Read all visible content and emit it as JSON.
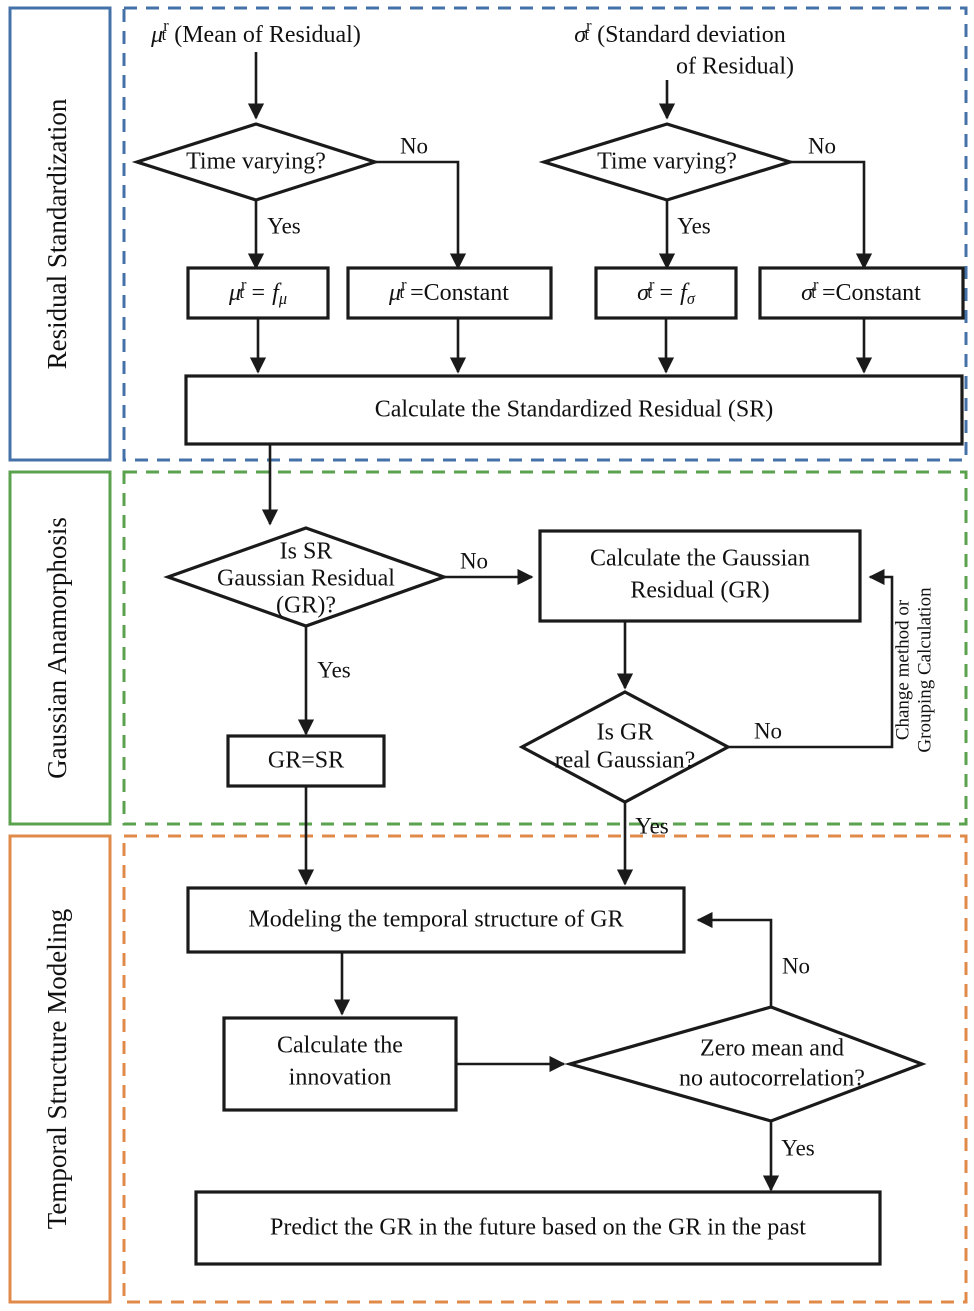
{
  "diagram": {
    "title": "Residual modeling workflow flowchart",
    "colors": {
      "section_residual": "#4472a8",
      "section_gaussian": "#5ba24f",
      "section_temporal": "#e08a4a",
      "stroke": "#1a1a1a",
      "background": "#ffffff"
    },
    "sections": [
      {
        "id": "residual-standardization",
        "label": "Residual Standardization",
        "color": "#4472a8"
      },
      {
        "id": "gaussian-anamorphosis",
        "label": "Gaussian Anamorphosis",
        "color": "#5ba24f"
      },
      {
        "id": "temporal-structure-modeling",
        "label": "Temporal Structure Modeling",
        "color": "#e08a4a"
      }
    ],
    "headers": [
      {
        "id": "mean-of-residual",
        "math": "μ",
        "sup": "r",
        "sub": "t",
        "text": "(Mean of Residual)"
      },
      {
        "id": "std-of-residual",
        "math": "σ",
        "sup": "r",
        "sub": "t",
        "line1": "(Standard deviation",
        "line2": "of Residual)"
      }
    ],
    "nodes": [
      {
        "id": "decision-mu-time-varying",
        "type": "decision",
        "text": "Time varying?"
      },
      {
        "id": "decision-sigma-time-varying",
        "type": "decision",
        "text": "Time varying?"
      },
      {
        "id": "box-mu-f",
        "type": "process",
        "math": "μ",
        "sup": "r",
        "sub": "t",
        "rhs": "= f",
        "rhs_sub": "μ"
      },
      {
        "id": "box-mu-constant",
        "type": "process",
        "math": "μ",
        "sup": "r",
        "sub": "t",
        "rhs": "=Constant"
      },
      {
        "id": "box-sigma-f",
        "type": "process",
        "math": "σ",
        "sup": "r",
        "sub": "t",
        "rhs": "= f",
        "rhs_sub": "σ"
      },
      {
        "id": "box-sigma-constant",
        "type": "process",
        "math": "σ",
        "sup": "r",
        "sub": "t",
        "rhs": "=Constant"
      },
      {
        "id": "box-calculate-sr",
        "type": "process",
        "text": "Calculate the Standardized Residual (SR)"
      },
      {
        "id": "decision-is-sr-gr",
        "type": "decision",
        "line1": "Is SR",
        "line2": "Gaussian Residual",
        "line3": "(GR)?"
      },
      {
        "id": "box-calculate-gr",
        "type": "process",
        "line1": "Calculate the Gaussian",
        "line2": "Residual (GR)"
      },
      {
        "id": "box-gr-equals-sr",
        "type": "process",
        "text": "GR=SR"
      },
      {
        "id": "decision-is-gr-real-gaussian",
        "type": "decision",
        "line1": "Is GR",
        "line2": "real Gaussian?"
      },
      {
        "id": "box-modeling-temporal",
        "type": "process",
        "text": "Modeling the temporal structure of GR"
      },
      {
        "id": "box-calculate-innovation",
        "type": "process",
        "line1": "Calculate the",
        "line2": "innovation"
      },
      {
        "id": "decision-zero-mean",
        "type": "decision",
        "line1": "Zero mean and",
        "line2": "no autocorrelation?"
      },
      {
        "id": "box-predict-gr",
        "type": "process",
        "text": "Predict the GR in the future based on the GR in the past"
      }
    ],
    "edge_labels": {
      "mu_no": "No",
      "mu_yes": "Yes",
      "sigma_no": "No",
      "sigma_yes": "Yes",
      "sr_gr_no": "No",
      "sr_gr_yes": "Yes",
      "gr_real_no": "No",
      "gr_real_yes": "Yes",
      "zero_mean_no": "No",
      "zero_mean_yes": "Yes",
      "feedback_line1": "Change method or",
      "feedback_line2": "Grouping Calculation"
    }
  }
}
